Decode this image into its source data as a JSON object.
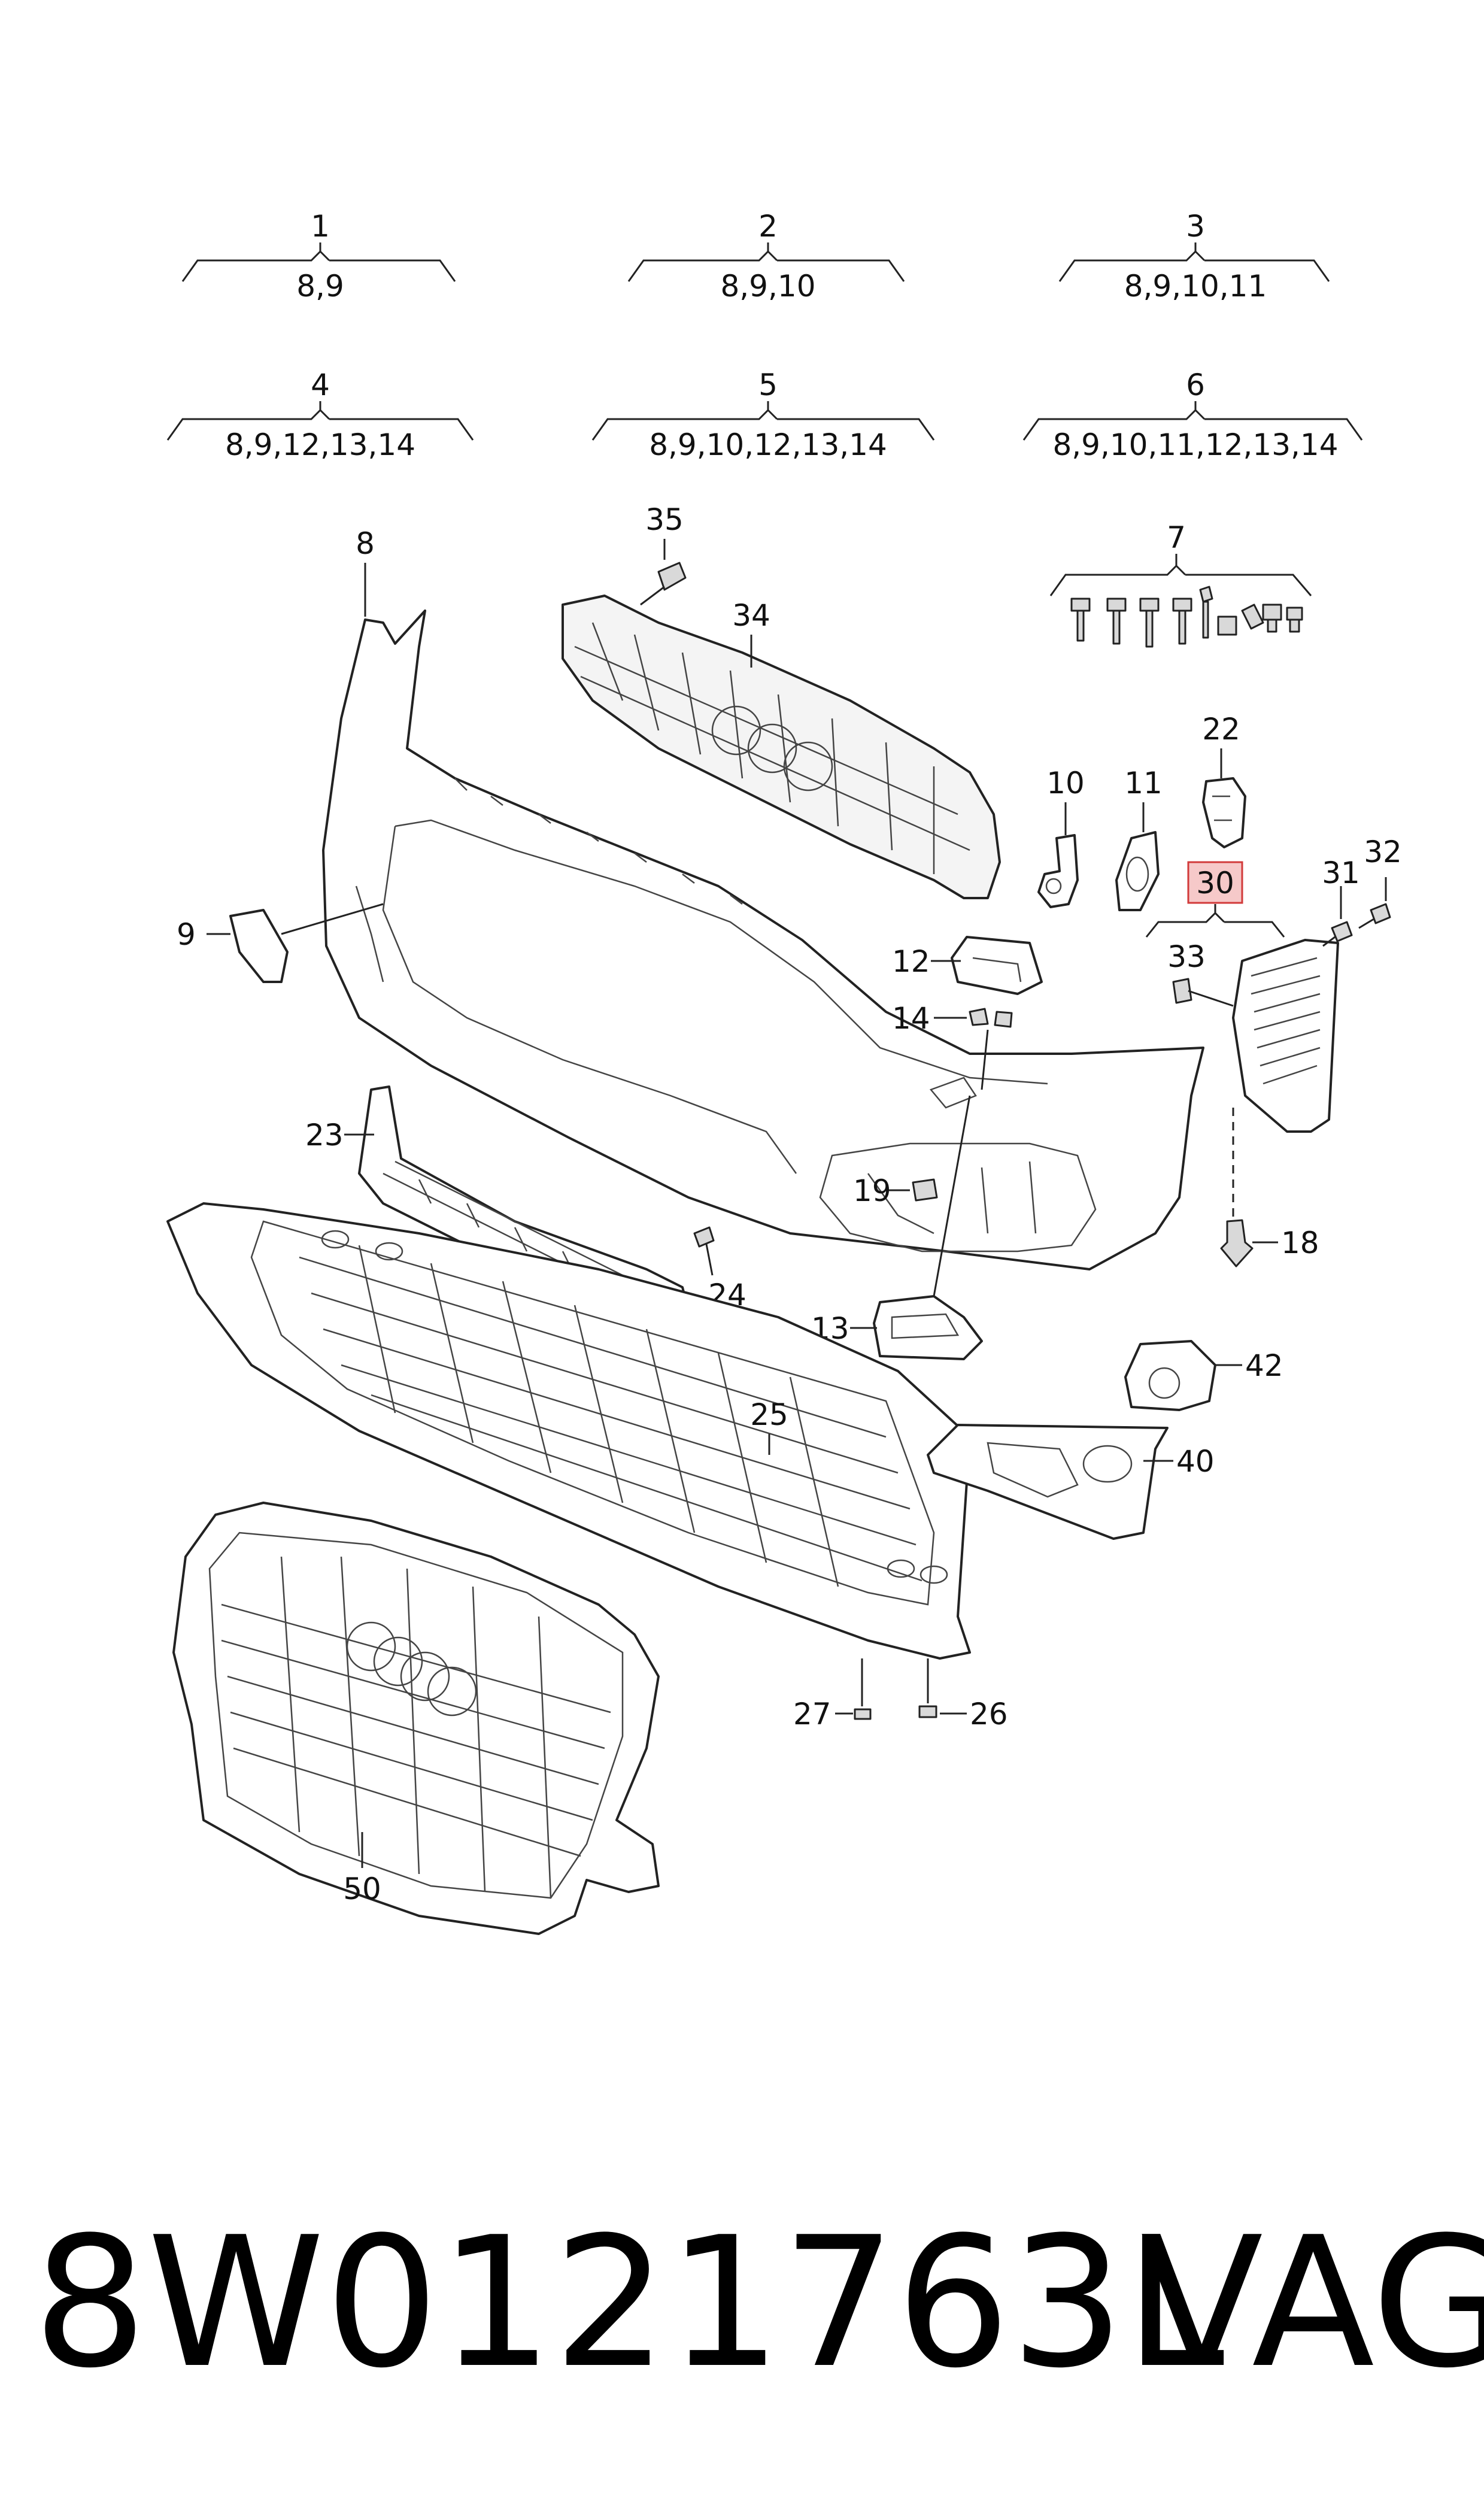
{
  "groups": [
    {
      "id": "1",
      "items": "8,9"
    },
    {
      "id": "2",
      "items": "8,9,10"
    },
    {
      "id": "3",
      "items": "8,9,10,11"
    },
    {
      "id": "4",
      "items": "8,9,12,13,14"
    },
    {
      "id": "5",
      "items": "8,9,10,12,13,14"
    },
    {
      "id": "6",
      "items": "8,9,10,11,12,13,14"
    }
  ],
  "callouts": {
    "c7": "7",
    "c8": "8",
    "c9": "9",
    "c10": "10",
    "c11": "11",
    "c12": "12",
    "c13": "13",
    "c14": "14",
    "c18": "18",
    "c19": "19",
    "c22": "22",
    "c23": "23",
    "c24": "24",
    "c25": "25",
    "c26": "26",
    "c27": "27",
    "c30": "30",
    "c31": "31",
    "c32": "32",
    "c33": "33",
    "c34": "34",
    "c35": "35",
    "c40": "40",
    "c42": "42",
    "c50": "50"
  },
  "highlight_color": "#f6c9c9",
  "footer": {
    "part_number": "8W0121763L",
    "brand": "VAG"
  }
}
